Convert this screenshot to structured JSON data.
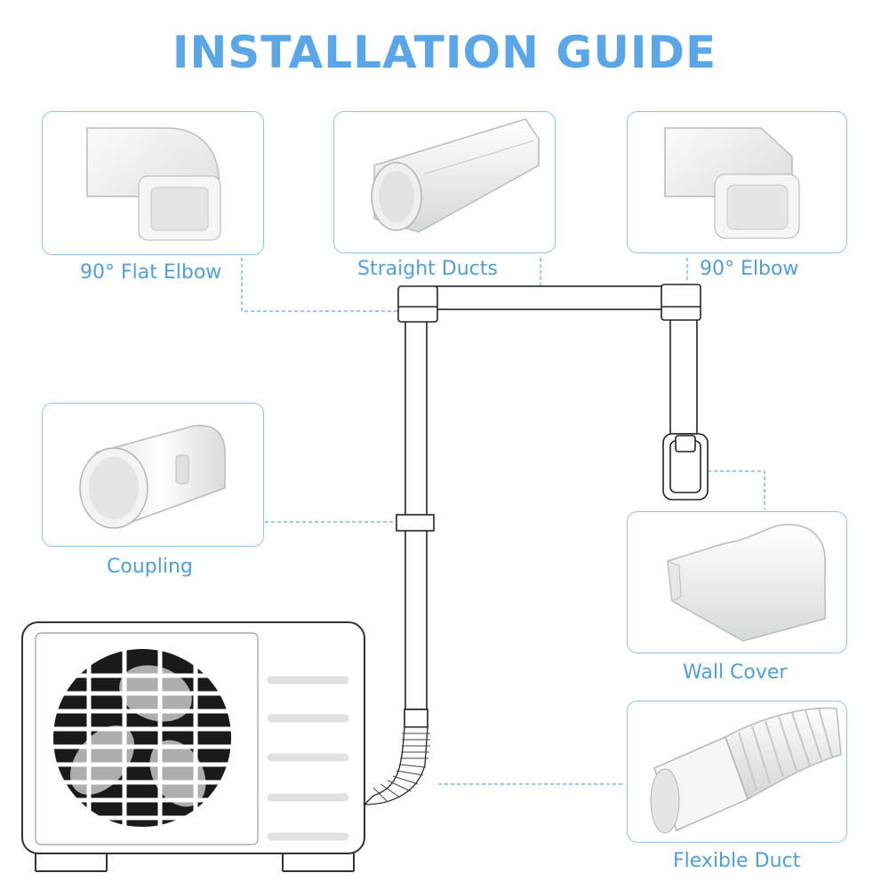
{
  "title": "INSTALLATION GUIDE",
  "parts": {
    "flat_elbow": "90° Flat Elbow",
    "straight_ducts": "Straight Ducts",
    "elbow": "90° Elbow",
    "coupling": "Coupling",
    "wall_cover": "Wall Cover",
    "flexible_duct": "Flexible Duct"
  },
  "colors": {
    "accent": "#5aa6e8",
    "label": "#4f9fe0",
    "card_border": "#8ec6ee",
    "line": "#222222",
    "leader": "#7fb8e6"
  }
}
